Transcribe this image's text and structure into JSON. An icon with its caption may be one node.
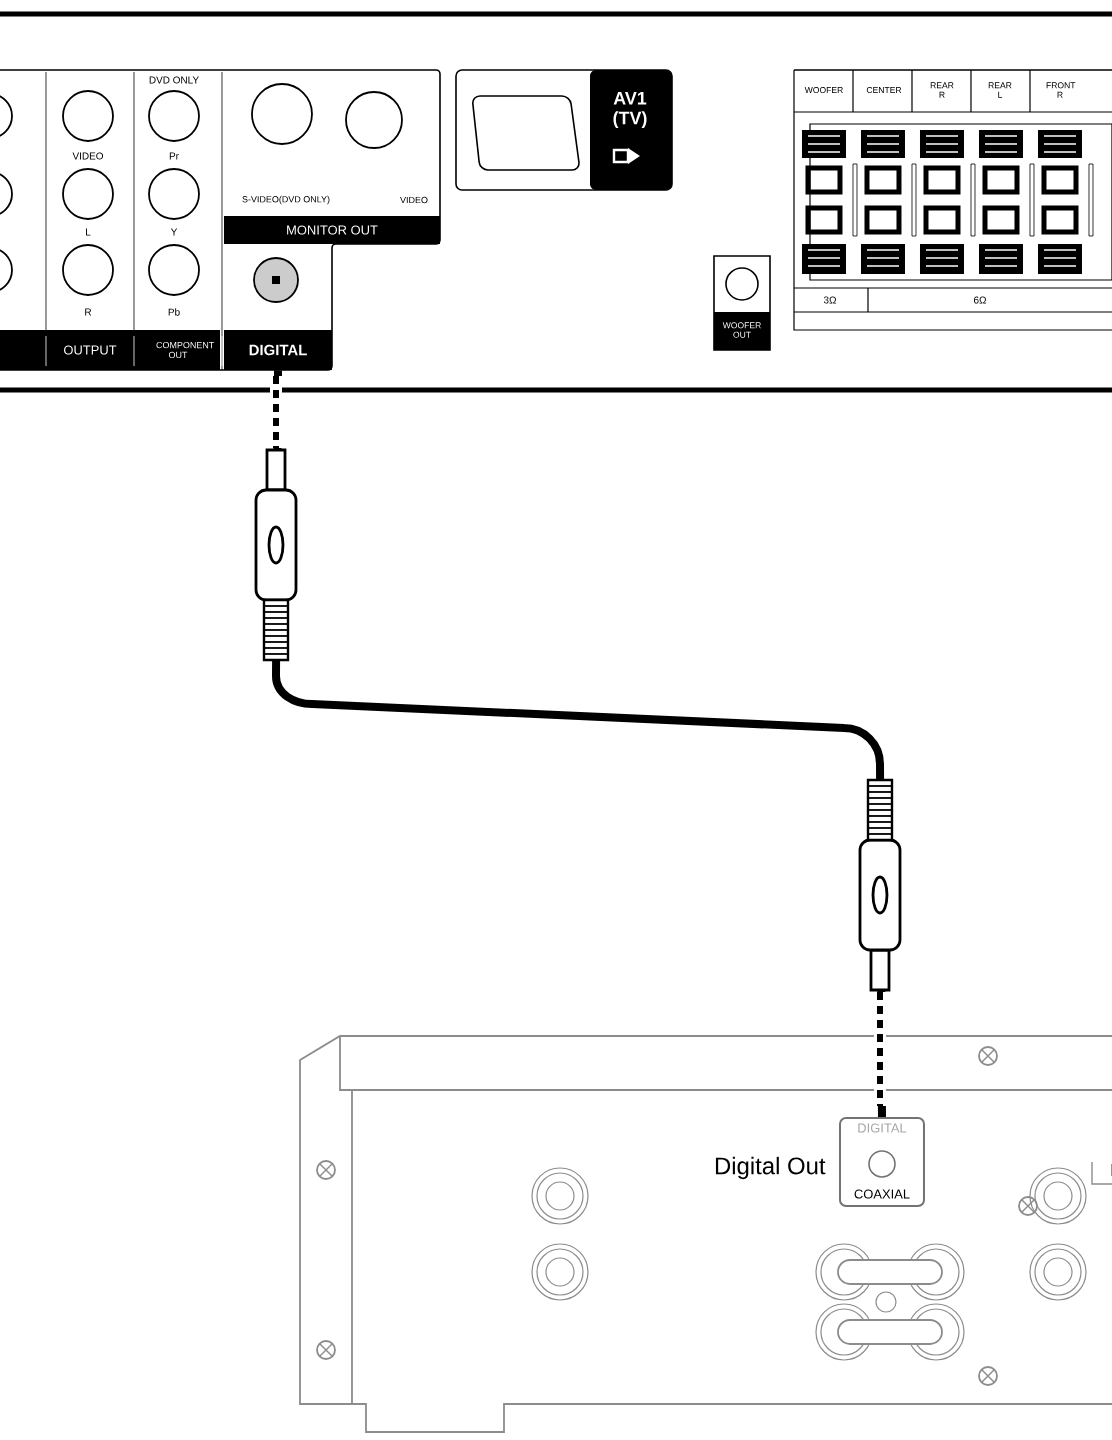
{
  "diagram": {
    "nodes": [
      {
        "text": [
          "DIGITAL"
        ]
      },
      {
        "text": [
          "DIGITAL",
          "COAXIAL"
        ],
        "beside": [
          "Digital Out"
        ]
      }
    ],
    "edges": [
      {
        "from": 0,
        "to": 1,
        "arrow": "none"
      }
    ],
    "labels": [
      "DVD ONLY",
      "VIDEO",
      "Pr",
      "L",
      "Y",
      "R",
      "Pb",
      "OUTPUT",
      "COMPONENT OUT",
      "S-VIDEO(DVD ONLY)",
      "VIDEO",
      "MONITOR OUT",
      "AV1 (TV)",
      "WOOFER",
      "CENTER",
      "REAR R",
      "REAR L",
      "FRONT R",
      "WOOFER OUT",
      "3Ω",
      "6Ω"
    ]
  }
}
